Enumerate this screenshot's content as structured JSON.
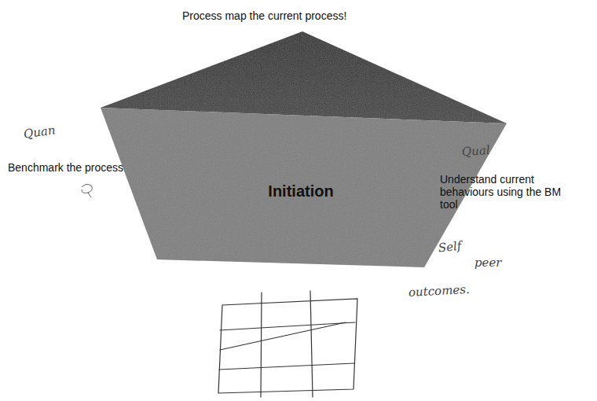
{
  "diagram": {
    "nodes": [
      {
        "text": [
          "Initiation"
        ]
      }
    ],
    "labels": [
      "Process map the current process!",
      "Benchmark the process",
      "Understand current behaviours using the BM tool",
      "Quan",
      "Qual",
      "Self",
      "peer",
      "outcomes."
    ]
  }
}
